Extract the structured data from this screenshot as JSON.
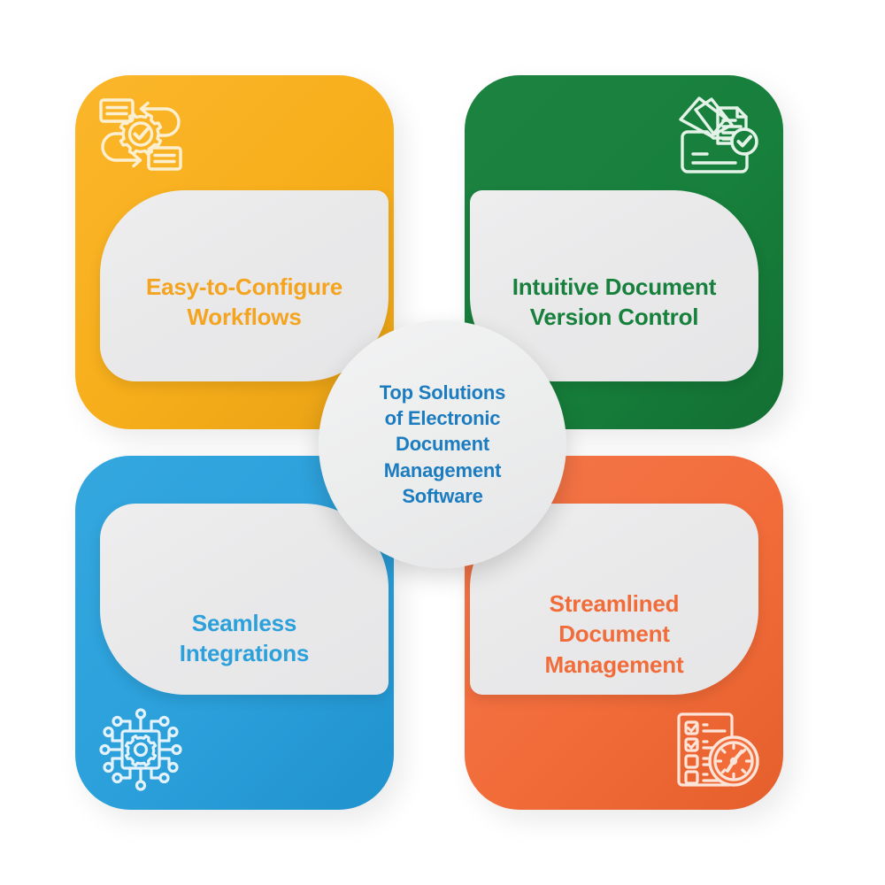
{
  "diagram": {
    "center": {
      "title": "Top Solutions\nof Electronic\nDocument\nManagement\nSoftware",
      "text_color": "#1C7CC0",
      "background": "#ededee"
    },
    "cards": [
      {
        "id": "top-left",
        "title": "Easy-to-Configure\nWorkflows",
        "color": "#F7AE1B",
        "text_color": "#F4A41F",
        "panel_color": "#e9e9ea",
        "icon": "workflow-gear-icon",
        "icon_position": "top-left"
      },
      {
        "id": "top-right",
        "title": "Intuitive Document\nVersion Control",
        "color": "#17803C",
        "text_color": "#17803C",
        "panel_color": "#e9e9ea",
        "icon": "folder-documents-check-icon",
        "icon_position": "top-right"
      },
      {
        "id": "bottom-left",
        "title": "Seamless\nIntegrations",
        "color": "#2BA0DB",
        "text_color": "#2BA0DB",
        "panel_color": "#e9e9ea",
        "icon": "chip-circuit-gear-icon",
        "icon_position": "bottom-left"
      },
      {
        "id": "bottom-right",
        "title": "Streamlined\nDocument\nManagement",
        "color": "#F26C3A",
        "text_color": "#F26C3A",
        "panel_color": "#e9e9ea",
        "icon": "checklist-clock-icon",
        "icon_position": "bottom-right"
      }
    ]
  }
}
